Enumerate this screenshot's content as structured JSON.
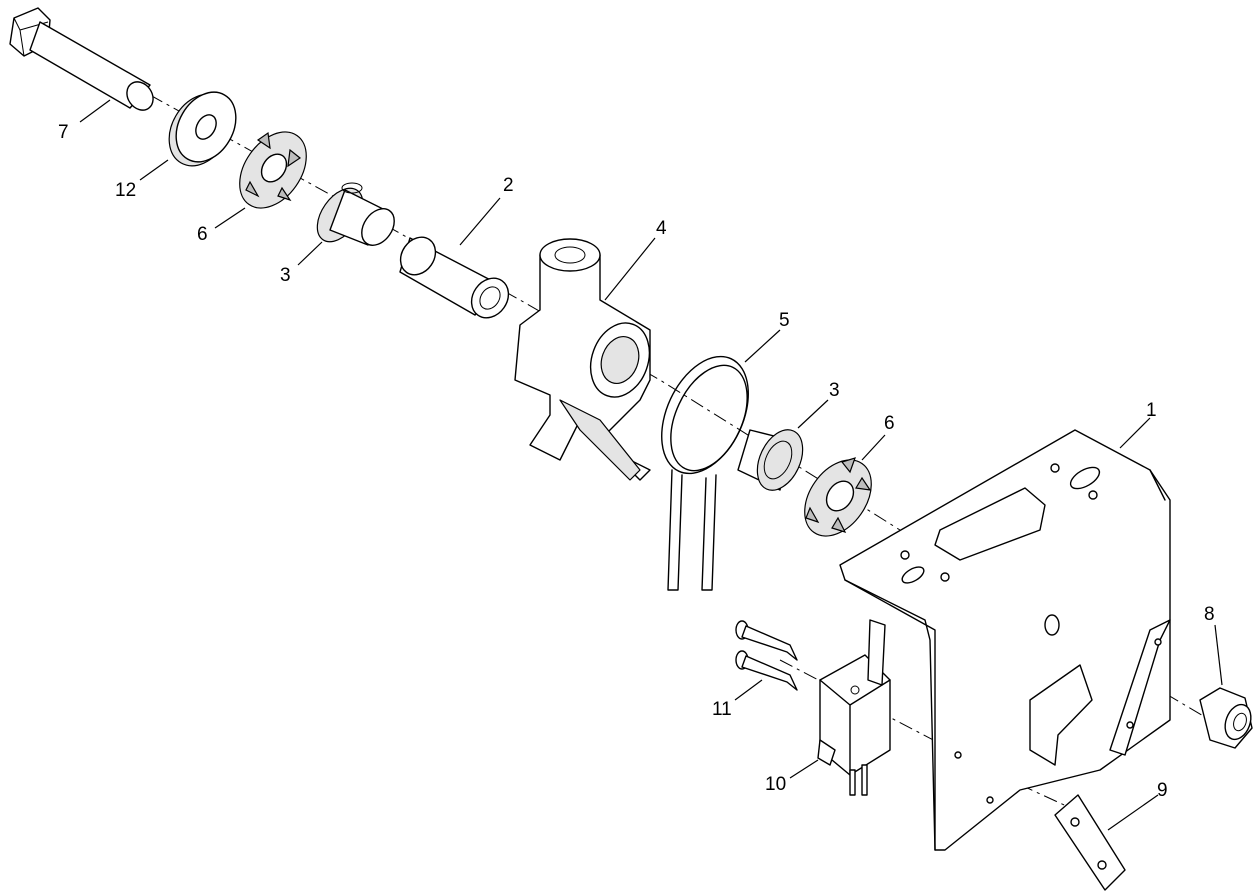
{
  "callouts": [
    {
      "id": "c1",
      "label": "1"
    },
    {
      "id": "c2",
      "label": "2"
    },
    {
      "id": "c3a",
      "label": "3"
    },
    {
      "id": "c3b",
      "label": "3"
    },
    {
      "id": "c4",
      "label": "4"
    },
    {
      "id": "c5",
      "label": "5"
    },
    {
      "id": "c6a",
      "label": "6"
    },
    {
      "id": "c6b",
      "label": "6"
    },
    {
      "id": "c7",
      "label": "7"
    },
    {
      "id": "c8",
      "label": "8"
    },
    {
      "id": "c9",
      "label": "9"
    },
    {
      "id": "c10",
      "label": "10"
    },
    {
      "id": "c11",
      "label": "11"
    },
    {
      "id": "c12",
      "label": "12"
    }
  ]
}
